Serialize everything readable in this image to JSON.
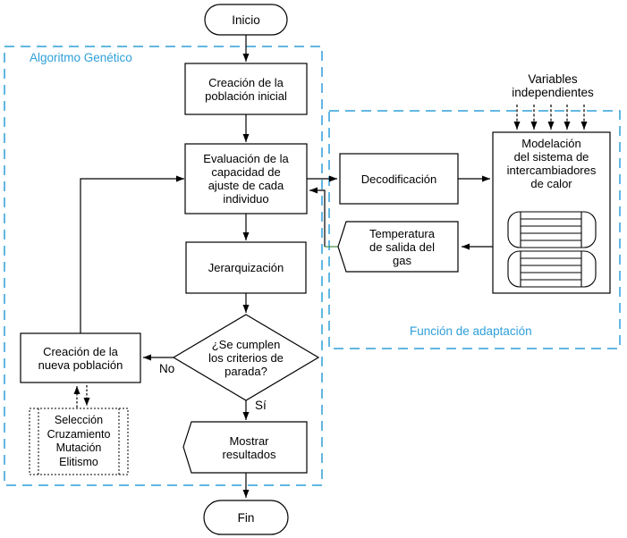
{
  "groups": {
    "genetic": "Algoritmo Genético",
    "adaptation": "Función de adaptación"
  },
  "nodes": {
    "inicio": "Inicio",
    "creacion_inicial": "Creación de la\npoblación inicial",
    "evaluacion": "Evaluación de la\ncapacidad de\najuste de cada\nindividuo",
    "jerarquizacion": "Jerarquización",
    "decision": "¿Se cumplen\nlos criterios de\nparada?",
    "mostrar_resultados": "Mostrar\nresultados",
    "fin": "Fin",
    "nueva_poblacion": "Creación de la\nnueva población",
    "decodificacion": "Decodificación",
    "temperatura": "Temperatura\nde salida del\ngas",
    "modelacion": "Modelación\ndel sistema de\nintercambiadores\nde calor",
    "operadores": [
      "Selección",
      "Cruzamiento",
      "Mutación",
      "Elitismo"
    ]
  },
  "labels": {
    "no": "No",
    "si": "Sí",
    "variables": "Variables\nindependientes"
  },
  "colors": {
    "accent_blue": "#2E9FD9",
    "line_black": "#000000",
    "green_segment": "#3F8F3F"
  }
}
